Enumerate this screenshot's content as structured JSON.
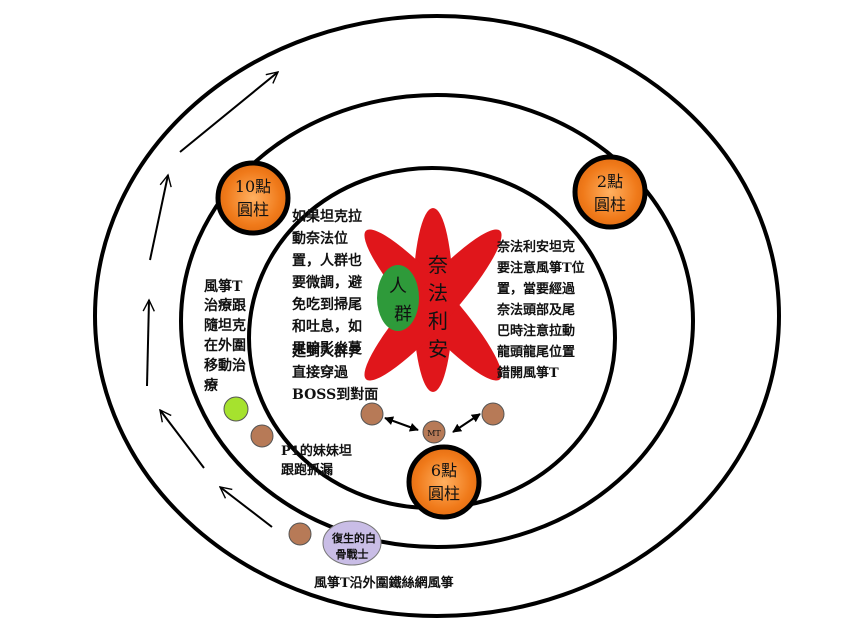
{
  "colors": {
    "ring": "#000000",
    "pillar_fill": "#f07a1a",
    "red_x": "#e0161b",
    "crowd_green": "#2e9a3a",
    "healer_green": "#a6e22e",
    "player_brown": "#b77a57",
    "skeleton_purple": "#c9bde6"
  },
  "pillars": {
    "p10": [
      "10點",
      "圓柱"
    ],
    "p2": [
      "2點",
      "圓柱"
    ],
    "p6": [
      "6點",
      "圓柱"
    ]
  },
  "boss": {
    "name_chars": [
      "奈",
      "法",
      "利",
      "安"
    ]
  },
  "crowd": {
    "chars": [
      "人",
      "群"
    ]
  },
  "mt_label": "MT",
  "notes": {
    "tank_move": [
      "如果坦克拉",
      "動奈法位",
      "置，人群也",
      "要微調，避",
      "免吃到掃尾",
      "和吐息，如",
      "果暗影炎蔓",
      "延到人群，",
      "直接穿過",
      "BOSS到對面"
    ],
    "kite_heal": [
      "風箏T",
      "治療跟",
      "隨坦克",
      "在外圍",
      "移動治",
      "療"
    ],
    "tank_right": [
      "奈法利安坦克",
      "要注意風箏T位",
      "置，當要經過",
      "奈法頭部及尾",
      "巴時注意拉動",
      "龍頭龍尾位置",
      "錯開風箏T"
    ],
    "p1_sister": [
      "P1的妹妹坦",
      "跟跑抓漏"
    ],
    "skeleton": [
      "復生的白",
      "骨戰士"
    ],
    "bottom": "風箏T沿外圍鐵絲網風箏"
  }
}
